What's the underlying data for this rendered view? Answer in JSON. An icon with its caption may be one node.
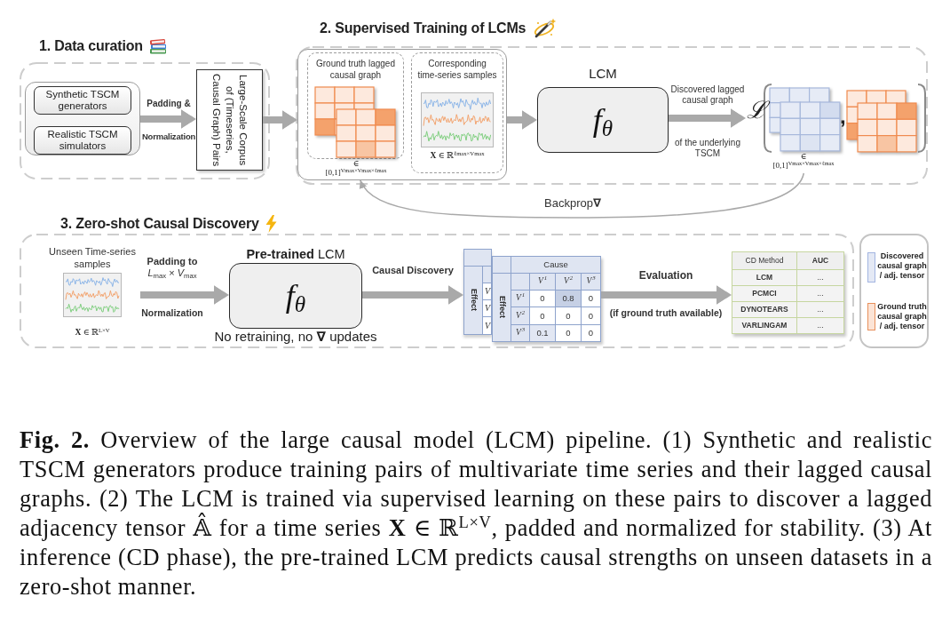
{
  "diagram": {
    "caption": "**Fig. 2.** Overview of the large causal model (LCM) pipeline. (1) Synthetic and realistic TSCM generators produce training pairs of multivariate time series and their lagged causal graphs. (2) The LCM is trained via supervised learning on these pairs to discover a lagged adjacency tensor 𝔸̂ for a time series **X** ∈ ℝ$^{L×V}$, padded and normalized for stability. (3) At inference (CD phase), the pre-trained LCM predicts causal strengths on unseen datasets in a zero-shot manner.",
    "nodes": [
      {
        "text": [
          "1. Data curation"
        ]
      },
      {
        "text": [],
        "shape": "box",
        "in": 0
      },
      {
        "text": [
          "Synthetic TSCM generators"
        ],
        "in": 1
      },
      {
        "text": [
          "Realistic TSCM simulators"
        ],
        "in": 1
      },
      {
        "text": [
          "Large-Scale Corpus of (Timeseries, Causal Graph) Pairs"
        ],
        "in": 0
      },
      {
        "text": [
          "2. Supervised Training of LCMs"
        ]
      },
      {
        "text": [],
        "shape": "box",
        "in": 5
      },
      {
        "text": [
          "Ground truth lagged causal graph"
        ],
        "in": 6,
        "beside": [
          "∈ [0,1]$^{Vmax×Vmax×ℓmax}$"
        ]
      },
      {
        "text": [
          "Corresponding time-series samples",
          "**X** ∈ ℝ$^{ℓmax×Vmax}$"
        ],
        "in": 6
      },
      {
        "text": [
          "LCM",
          "f$_{θ}$"
        ],
        "in": 5
      },
      {
        "text": [
          "ℒ",
          ","
        ],
        "in": 5,
        "beside": [
          "∈ [0,1]$^{Vmax×Vmax×ℓmax}$"
        ]
      },
      {
        "text": [
          "3. Zero-shot Causal Discovery"
        ]
      },
      {
        "text": [
          "Unseen Time-series samples",
          "**X** ∈ ℝ$^{L×V}$"
        ],
        "in": 11
      },
      {
        "text": [
          "**Pre-trained** LCM",
          "f$_{θ}$"
        ],
        "in": 11,
        "beside": [
          "No retraining, no **∇** updates"
        ]
      },
      {
        "text": [
          "Effect",
          "V",
          "V",
          "V"
        ],
        "in": 11
      },
      {
        "text": [
          "Cause",
          "Effect",
          "V$^{1}$",
          "V$^{2}$",
          "V$^{3}$",
          "V$^{1}$",
          "0",
          "0.8",
          "0",
          "V$^{2}$",
          "0",
          "0",
          "0",
          "V$^{3}$",
          "0.1",
          "0",
          "0"
        ],
        "in": 11
      },
      {
        "text": [
          "CD Method",
          "AUC",
          "LCM",
          "...",
          "PCMCI",
          "...",
          "DYNOTEARS",
          "...",
          "VARLINGAM",
          "..."
        ],
        "in": 11
      }
    ],
    "edges": [
      {
        "from": 1,
        "to": 4,
        "arrow": "to",
        "label": "Padding &"
      },
      {
        "from": 4,
        "to": 6,
        "arrow": "to"
      },
      {
        "from": 6,
        "to": 9,
        "arrow": "to"
      },
      {
        "from": 9,
        "to": 10,
        "arrow": "to",
        "label": "Discovered lagged causal graph"
      },
      {
        "from": 10,
        "to": 6,
        "arrow": "to",
        "label": "Backprop**∇**"
      },
      {
        "from": 12,
        "to": 13,
        "arrow": "to",
        "label": "**Padding to** *L*$_{max}$ × *V*$_{max}$"
      },
      {
        "from": 13,
        "to": 14,
        "arrow": "to",
        "label": "Causal Discovery"
      },
      {
        "from": 15,
        "to": 16,
        "arrow": "to",
        "label": "Evaluation"
      }
    ],
    "labels": [
      "Normalization",
      "of the underlying TSCM",
      "Normalization",
      "(if ground truth available)"
    ],
    "legend": [
      {
        "text": "Discovered causal graph / adj. tensor",
        "color": "#e4e9f5"
      },
      {
        "text": "Ground truth causal graph / adj. tensor",
        "color": "#fce4d6"
      }
    ]
  }
}
